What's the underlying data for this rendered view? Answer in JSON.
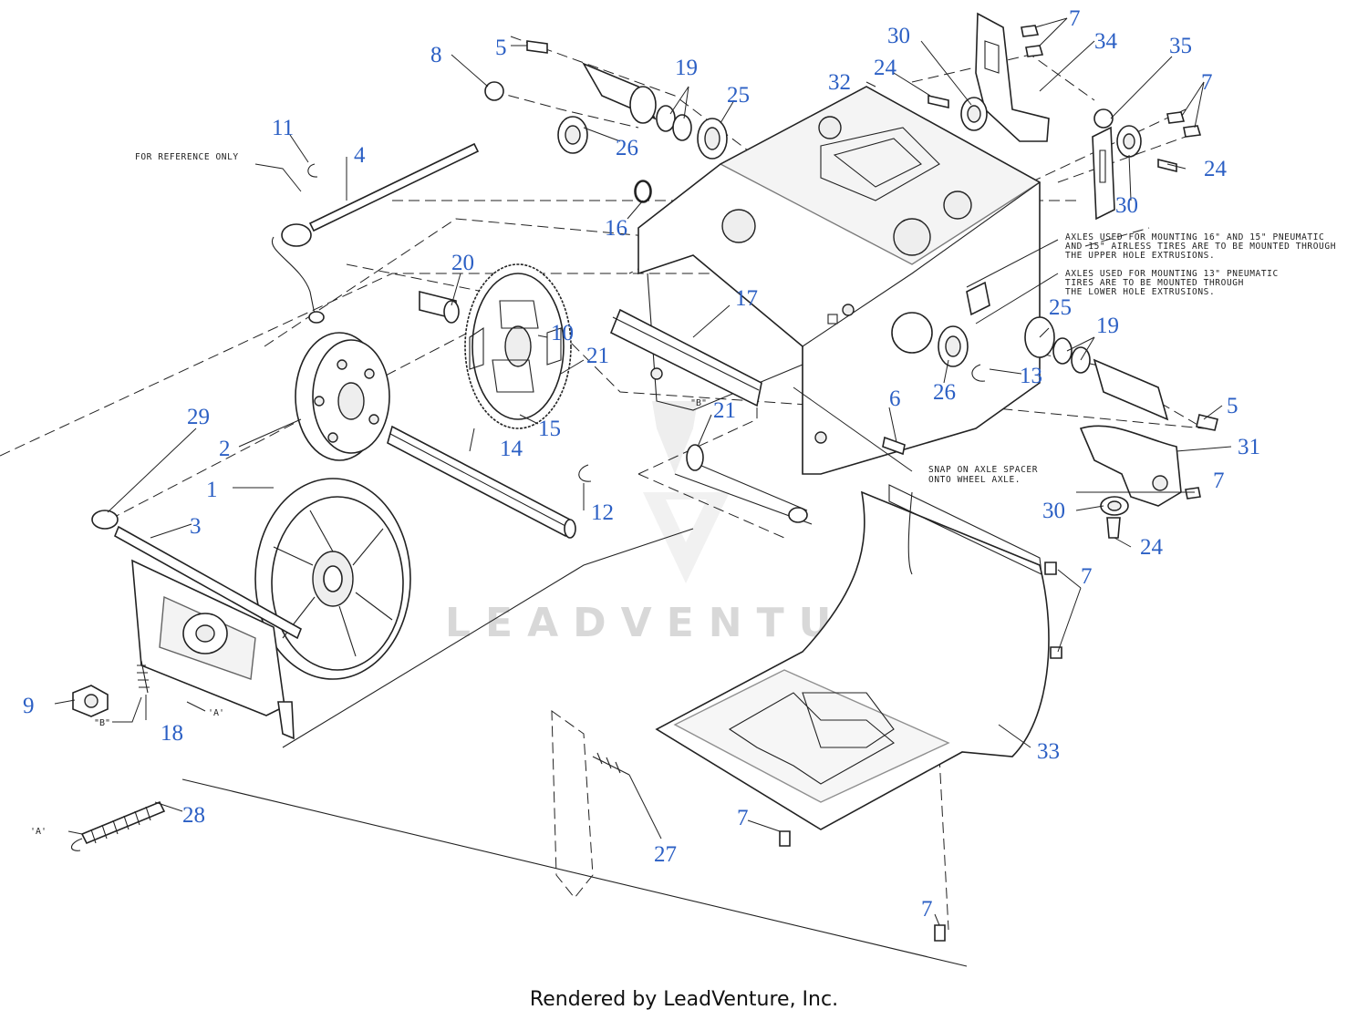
{
  "callouts": [
    {
      "id": "c1",
      "label": "1"
    },
    {
      "id": "c2",
      "label": "2"
    },
    {
      "id": "c3",
      "label": "3"
    },
    {
      "id": "c4",
      "label": "4"
    },
    {
      "id": "c5a",
      "label": "5"
    },
    {
      "id": "c5b",
      "label": "5"
    },
    {
      "id": "c6",
      "label": "6"
    },
    {
      "id": "c7a",
      "label": "7"
    },
    {
      "id": "c7b",
      "label": "7"
    },
    {
      "id": "c7c",
      "label": "7"
    },
    {
      "id": "c7d",
      "label": "7"
    },
    {
      "id": "c7e",
      "label": "7"
    },
    {
      "id": "c7f",
      "label": "7"
    },
    {
      "id": "c8",
      "label": "8"
    },
    {
      "id": "c9",
      "label": "9"
    },
    {
      "id": "c10",
      "label": "10"
    },
    {
      "id": "c11",
      "label": "11"
    },
    {
      "id": "c12",
      "label": "12"
    },
    {
      "id": "c13",
      "label": "13"
    },
    {
      "id": "c14",
      "label": "14"
    },
    {
      "id": "c15",
      "label": "15"
    },
    {
      "id": "c16",
      "label": "16"
    },
    {
      "id": "c17",
      "label": "17"
    },
    {
      "id": "c18",
      "label": "18"
    },
    {
      "id": "c19a",
      "label": "19"
    },
    {
      "id": "c19b",
      "label": "19"
    },
    {
      "id": "c20",
      "label": "20"
    },
    {
      "id": "c21a",
      "label": "21"
    },
    {
      "id": "c21b",
      "label": "21"
    },
    {
      "id": "c24a",
      "label": "24"
    },
    {
      "id": "c24b",
      "label": "24"
    },
    {
      "id": "c24c",
      "label": "24"
    },
    {
      "id": "c25a",
      "label": "25"
    },
    {
      "id": "c25b",
      "label": "25"
    },
    {
      "id": "c26a",
      "label": "26"
    },
    {
      "id": "c26b",
      "label": "26"
    },
    {
      "id": "c27",
      "label": "27"
    },
    {
      "id": "c28",
      "label": "28"
    },
    {
      "id": "c29",
      "label": "29"
    },
    {
      "id": "c30a",
      "label": "30"
    },
    {
      "id": "c30b",
      "label": "30"
    },
    {
      "id": "c30c",
      "label": "30"
    },
    {
      "id": "c31",
      "label": "31"
    },
    {
      "id": "c32",
      "label": "32"
    },
    {
      "id": "c33",
      "label": "33"
    },
    {
      "id": "c34",
      "label": "34"
    },
    {
      "id": "c35",
      "label": "35"
    }
  ],
  "notes": {
    "reference_only": "FOR REFERENCE ONLY",
    "upper_holes": [
      "AXLES USED FOR MOUNTING 16\" AND 15\" PNEUMATIC",
      "AND 15\" AIRLESS TIRES ARE TO BE MOUNTED THROUGH",
      "THE UPPER HOLE EXTRUSIONS."
    ],
    "lower_holes": [
      "AXLES USED FOR MOUNTING 13\" PNEUMATIC",
      "TIRES ARE TO BE MOUNTED THROUGH",
      "THE LOWER HOLE EXTRUSIONS."
    ],
    "snap_on": [
      "SNAP ON AXLE SPACER",
      "ONTO WHEEL AXLE."
    ]
  },
  "tags": {
    "b_upper": "\"B\"",
    "b_lower": "\"B\"",
    "a_bracket": "'A'",
    "a_spring": "'A'"
  },
  "watermark": "LEADVENTURE",
  "footer": "Rendered by LeadVenture, Inc.",
  "colors": {
    "callout": "#2b5fc4",
    "line": "#222222",
    "watermark": "#d8d8d8"
  }
}
